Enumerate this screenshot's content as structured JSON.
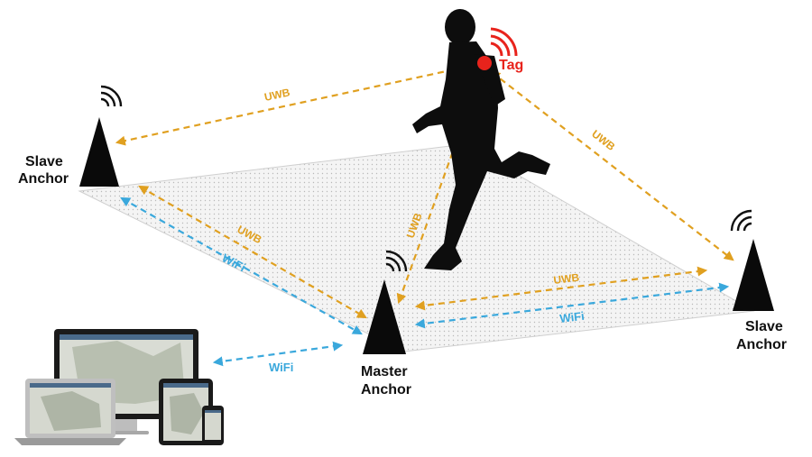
{
  "labels": {
    "tag": "Tag",
    "slave_anchor_left_1": "Slave",
    "slave_anchor_left_2": "Anchor",
    "slave_anchor_right_1": "Slave",
    "slave_anchor_right_2": "Anchor",
    "master_anchor_1": "Master",
    "master_anchor_2": "Anchor",
    "uwb_top": "UWB",
    "uwb_right": "UWB",
    "uwb_center": "UWB",
    "uwb_left": "UWB",
    "uwb_bottom": "UWB",
    "wifi_left": "WiFi",
    "wifi_bottom": "WiFi",
    "wifi_devices": "WiFi"
  },
  "colors": {
    "uwb": "#e0a020",
    "wifi": "#3aa8dc",
    "tag": "#e8231c",
    "anchor": "#0a0a0a",
    "floor": "#ececec"
  }
}
